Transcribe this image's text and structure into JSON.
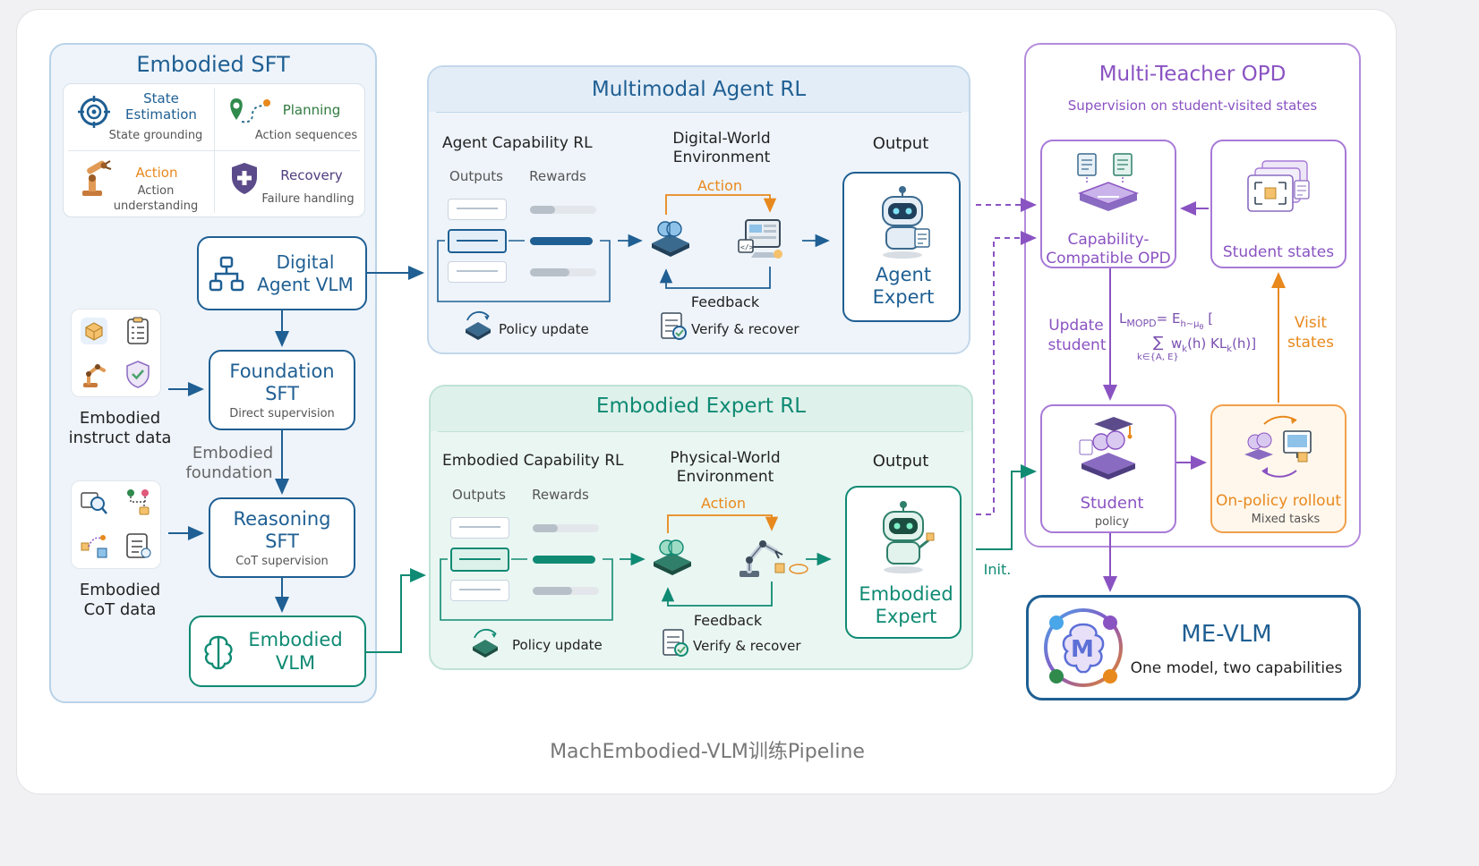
{
  "caption": "MachEmbodied-VLM训练Pipeline",
  "sft": {
    "title": "Embodied SFT",
    "skills": [
      {
        "title_line1": "State",
        "title_line2": "Estimation",
        "desc": "State grounding",
        "icon": "target-icon"
      },
      {
        "title_line1": "Planning",
        "title_line2": "",
        "desc": "Action sequences",
        "icon": "route-pin-icon"
      },
      {
        "title_line1": "Action",
        "title_line2": "",
        "desc_line1": "Action",
        "desc_line2": "understanding",
        "icon": "robot-arm-icon"
      },
      {
        "title_line1": "Recovery",
        "title_line2": "",
        "desc": "Failure handling",
        "icon": "shield-plus-icon"
      }
    ],
    "digital_agent_vlm": {
      "line1": "Digital",
      "line2": "Agent VLM"
    },
    "foundation_sft": {
      "line1": "Foundation",
      "line2": "SFT",
      "sub": "Direct supervision"
    },
    "embodied_foundation": {
      "line1": "Embodied",
      "line2": "foundation"
    },
    "reasoning_sft": {
      "line1": "Reasoning",
      "line2": "SFT",
      "sub": "CoT supervision"
    },
    "embodied_vlm": {
      "line1": "Embodied",
      "line2": "VLM"
    },
    "instruct_data": {
      "line1": "Embodied",
      "line2": "instruct data"
    },
    "cot_data": {
      "line1": "Embodied",
      "line2": "CoT data"
    }
  },
  "agent_rl": {
    "title": "Multimodal Agent RL",
    "capability": "Agent Capability RL",
    "outputs": "Outputs",
    "rewards": "Rewards",
    "env_line1": "Digital-World",
    "env_line2": "Environment",
    "action": "Action",
    "feedback": "Feedback",
    "output_label": "Output",
    "expert_line1": "Agent",
    "expert_line2": "Expert",
    "policy_update": "Policy update",
    "verify": "Verify & recover",
    "reward_levels": [
      0.4,
      0.95,
      0.6
    ]
  },
  "embodied_rl": {
    "title": "Embodied Expert RL",
    "capability": "Embodied Capability RL",
    "outputs": "Outputs",
    "rewards": "Rewards",
    "env_line1": "Physical-World",
    "env_line2": "Environment",
    "action": "Action",
    "feedback": "Feedback",
    "output_label": "Output",
    "expert_line1": "Embodied",
    "expert_line2": "Expert",
    "policy_update": "Policy update",
    "verify": "Verify & recover",
    "reward_levels": [
      0.4,
      0.95,
      0.6
    ]
  },
  "opd": {
    "title": "Multi-Teacher OPD",
    "subtitle": "Supervision on student-visited states",
    "compatible_line1": "Capability-",
    "compatible_line2": "Compatible OPD",
    "student_states": "Student states",
    "update_line1": "Update",
    "update_line2": "student",
    "visit_line1": "Visit",
    "visit_line2": "states",
    "formula_lhs": "L",
    "formula_lhs_sub": "MOPD",
    "formula_eq": "= E",
    "formula_e_sub": "h∼μ",
    "formula_mu_sub": "θ",
    "formula_bracket": "[",
    "formula_sum": "∑",
    "formula_sum_sub": "k∈{A, E}",
    "formula_body": "w",
    "formula_body_sub": "k",
    "formula_body2": "(h) KL",
    "formula_body2_sub": "k",
    "formula_body3": "(h)]",
    "student": "Student",
    "student_sub": "policy",
    "rollout": "On-policy rollout",
    "rollout_sub": "Mixed tasks",
    "init": "Init."
  },
  "mevlm": {
    "title": "ME-VLM",
    "subtitle": "One model, two capabilities"
  },
  "colors": {
    "blue": "#1f5f93",
    "teal": "#0f8a73",
    "purple": "#8a53c2",
    "orange": "#e8891d"
  }
}
